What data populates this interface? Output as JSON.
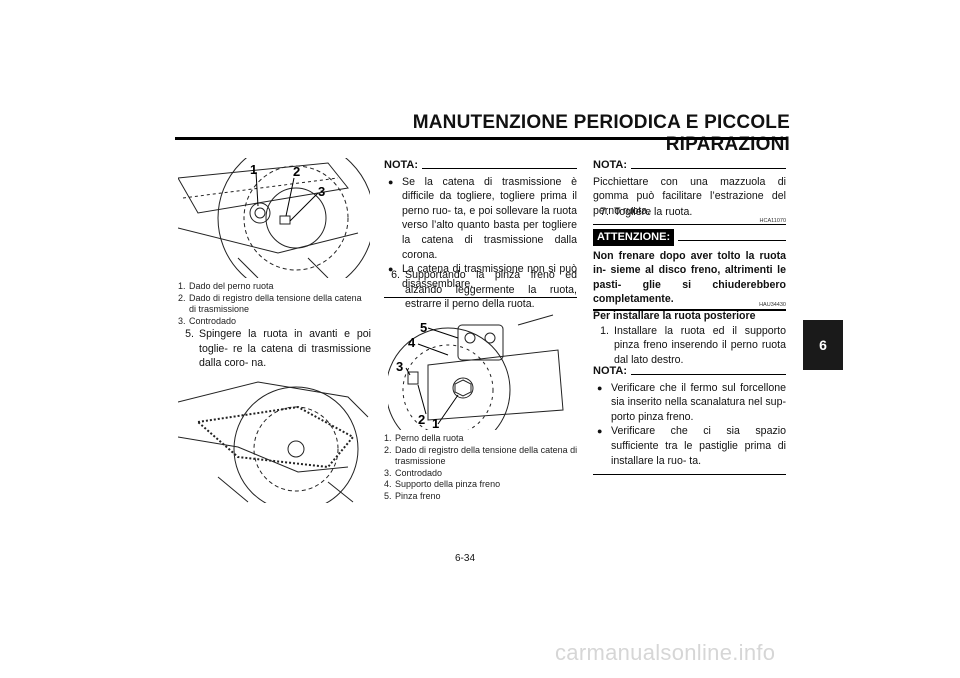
{
  "header": {
    "title": "MANUTENZIONE PERIODICA E PICCOLE RIPARAZIONI",
    "tab_number": "6"
  },
  "figure1": {
    "callouts": [
      "1",
      "2",
      "3"
    ],
    "captions": [
      {
        "num": "1.",
        "text": "Dado del perno ruota"
      },
      {
        "num": "2.",
        "text": "Dado di registro della tensione della catena di trasmissione"
      },
      {
        "num": "3.",
        "text": "Controdado"
      }
    ]
  },
  "step5": {
    "num": "5.",
    "text": "Spingere la ruota in avanti e poi toglie- re la catena di trasmissione dalla coro- na."
  },
  "nota1": {
    "label": "NOTA:",
    "bullets": [
      "Se la catena di trasmissione è difficile da togliere, togliere prima il perno ruo- ta, e poi sollevare la ruota verso l’alto quanto basta per togliere la catena di trasmissione dalla corona.",
      "La catena di trasmissione non si può disassemblare."
    ]
  },
  "step6": {
    "num": "6.",
    "text": "Supportando la pinza freno ed alzando leggermente la ruota, estrarre il perno della ruota."
  },
  "figure3": {
    "callouts": [
      "5",
      "4",
      "3",
      "2",
      "1"
    ],
    "captions": [
      {
        "num": "1.",
        "text": "Perno della ruota"
      },
      {
        "num": "2.",
        "text": "Dado di registro della tensione della catena di trasmissione"
      },
      {
        "num": "3.",
        "text": "Controdado"
      },
      {
        "num": "4.",
        "text": "Supporto della pinza freno"
      },
      {
        "num": "5.",
        "text": "Pinza freno"
      }
    ]
  },
  "nota2": {
    "label": "NOTA:",
    "text": "Picchiettare con una mazzuola di gomma può facilitare l’estrazione del perno ruota."
  },
  "step7": {
    "num": "7.",
    "text": "Togliere la ruota."
  },
  "attenzione": {
    "code": "HCA11070",
    "label": "ATTENZIONE:",
    "text": "Non frenare dopo aver tolto la ruota in- sieme al disco freno, altrimenti le pasti- glie si chiuderebbero completamente."
  },
  "install": {
    "code": "HAU34430",
    "heading": "Per installare la ruota posteriore",
    "step_num": "1.",
    "step_text": "Installare la ruota ed il supporto pinza freno inserendo il perno ruota dal lato destro."
  },
  "nota3": {
    "label": "NOTA:",
    "bullets": [
      "Verificare che il fermo sul forcellone sia inserito nella scanalatura nel sup- porto pinza freno.",
      "Verificare che ci sia spazio sufficiente tra le pastiglie prima di installare la ruo- ta."
    ]
  },
  "footer": {
    "page_number": "6-34",
    "watermark": "carmanualsonline.info"
  }
}
